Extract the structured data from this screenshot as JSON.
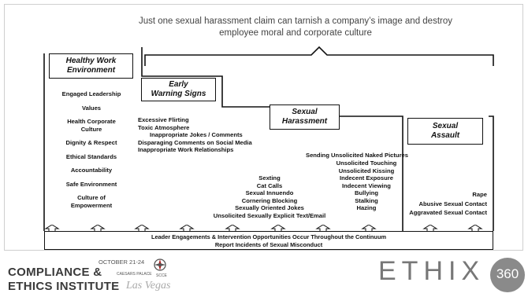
{
  "headline": {
    "line1": "Just one sexual harassment claim can tarnish a company’s image and destroy",
    "line2": "employee moral and corporate culture"
  },
  "stages": [
    {
      "title_line1": "Healthy Work",
      "title_line2": "Environment",
      "items": [
        "Engaged Leadership",
        "Values",
        "Health Corporate",
        "Culture",
        "Dignity & Respect",
        "Ethical Standards",
        "Accountability",
        "Safe Environment",
        "Culture of",
        "Empowerment"
      ]
    },
    {
      "title_line1": "Early",
      "title_line2": "Warning Signs",
      "items": [
        "Excessive Flirting",
        "Toxic Atmosphere",
        "Inappropriate Jokes / Comments",
        "Disparaging Comments on Social Media",
        "Inappropriate Work Relationships"
      ]
    },
    {
      "title_line1": "Sexual",
      "title_line2": "Harassment",
      "items": [
        "Sexting",
        "Cat Calls",
        "Sexual Innuendo",
        "Cornering   Blocking",
        "Sexually Oriented Jokes",
        "Unsolicited Sexually Explicit Text/Email"
      ]
    },
    {
      "title_line1": "Sexual",
      "title_line2": "Assault",
      "items": [
        "Sending Unsolicited Naked Pictures",
        "Unsolicited Touching",
        "Unsolicited Kissing",
        "Indecent Exposure",
        "Indecent Viewing",
        "Bullying",
        "Stalking",
        "Hazing",
        "Rape",
        "Abusive Sexual Contact",
        "Aggravated Sexual Contact"
      ]
    }
  ],
  "bottom_bar": {
    "line1": "Leader Engagements & Intervention Opportunities Occur Throughout the Continuum",
    "line2": "Report Incidents of Sexual Misconduct"
  },
  "logo_left": {
    "line1": "COMPLIANCE &",
    "line2": "ETHICS INSTITUTE",
    "date": "OCTOBER 21-24",
    "venue": "CAESARS PALACE",
    "org": "SCCE",
    "city": "Las Vegas"
  },
  "logo_right": {
    "word": "ETHIX",
    "number": "360"
  }
}
